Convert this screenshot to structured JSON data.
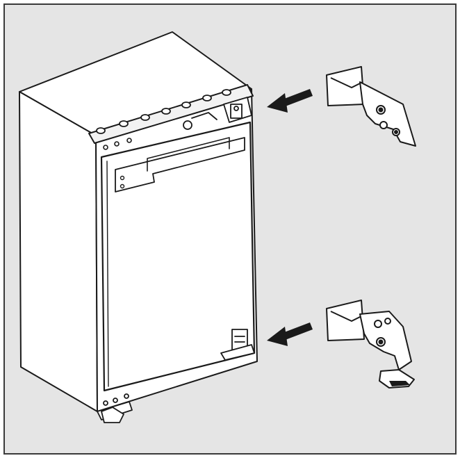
{
  "diagram": {
    "title": "",
    "description_text": "",
    "colors": {
      "background_panel": "#e5e5e5",
      "frame_border": "#3a3a3a",
      "outer_background": "#ffffff",
      "line": "#1a1a1a",
      "fill_white": "#ffffff",
      "fill_light_grey": "#f2f2f2"
    },
    "parts": [
      {
        "id": "appliance",
        "name": "built-in-fridge"
      },
      {
        "id": "door",
        "name": "appliance-door"
      },
      {
        "id": "hinge-top",
        "name": "top-hinge"
      },
      {
        "id": "hinge-bottom",
        "name": "bottom-hinge"
      },
      {
        "id": "bracket-top",
        "name": "top-mounting-bracket"
      },
      {
        "id": "bracket-bottom",
        "name": "bottom-mounting-bracket"
      }
    ],
    "arrows": [
      {
        "id": "arrow-top",
        "direction": "left",
        "points_to": "hinge-top"
      },
      {
        "id": "arrow-bottom",
        "direction": "left",
        "points_to": "hinge-bottom"
      }
    ]
  }
}
